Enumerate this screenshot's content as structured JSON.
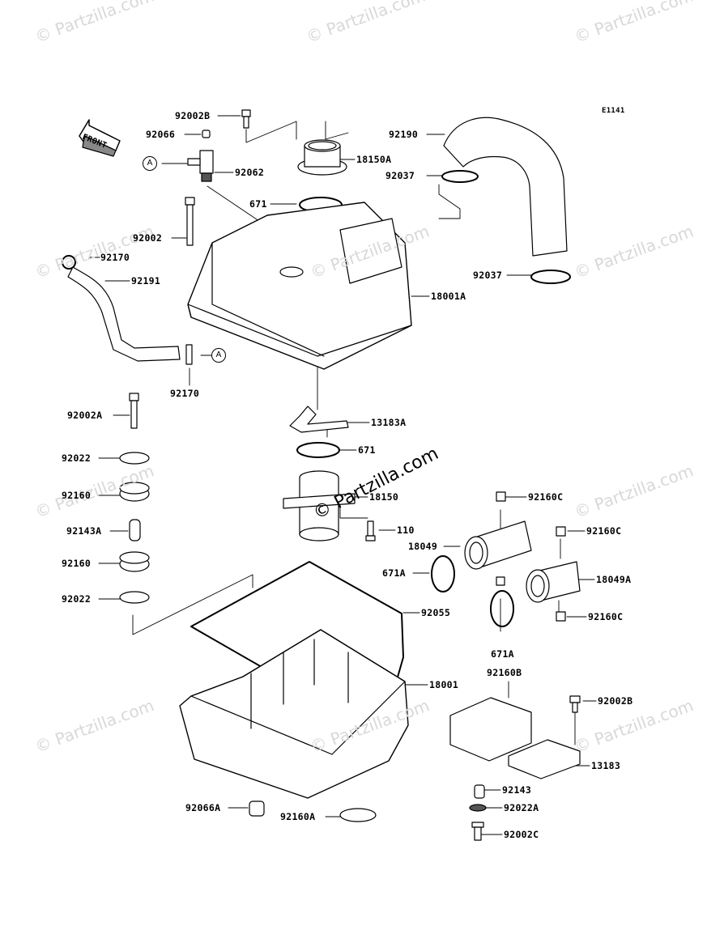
{
  "code": "E1141",
  "front_label": "FRONT",
  "callout_ref": "A",
  "watermark": "© Partzilla.com",
  "center_watermark": "© Partzilla.com",
  "labels": {
    "p92002B_top": "92002B",
    "p92066": "92066",
    "p92062": "92062",
    "p18150A": "18150A",
    "p92190": "92190",
    "p92037_top": "92037",
    "p671_top": "671",
    "p92002": "92002",
    "p92170_top": "92170",
    "p92191": "92191",
    "p92037_mid": "92037",
    "p18001A": "18001A",
    "p92170_bot": "92170",
    "p92002A": "92002A",
    "p13183A": "13183A",
    "p92022_top": "92022",
    "p671_mid": "671",
    "p92160_top": "92160",
    "p18150": "18150",
    "p92143A": "92143A",
    "p110": "110",
    "p92160C_1": "92160C",
    "p92160C_2": "92160C",
    "p18049": "18049",
    "p92160_mid": "92160",
    "p671A_left": "671A",
    "p18049A": "18049A",
    "p92022_bot": "92022",
    "p92055": "92055",
    "p92160C_3": "92160C",
    "p671A_bot": "671A",
    "p92160B": "92160B",
    "p18001": "18001",
    "p92002B_right": "92002B",
    "p13183": "13183",
    "p92143": "92143",
    "p92022A": "92022A",
    "p92066A": "92066A",
    "p92160A": "92160A",
    "p92002C": "92002C"
  }
}
